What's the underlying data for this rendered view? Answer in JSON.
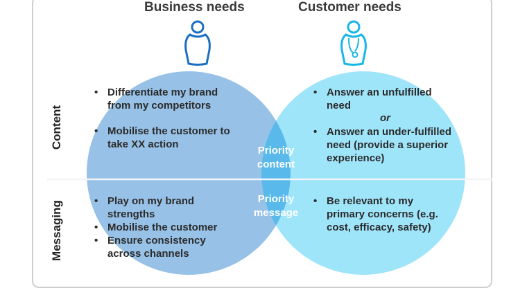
{
  "headings": {
    "business": "Business needs",
    "customer": "Customer needs"
  },
  "row_labels": {
    "content": "Content",
    "messaging": "Messaging"
  },
  "business_content": [
    "Differentiate my brand from my competitors",
    "Mobilise the customer to take XX action"
  ],
  "business_messaging": [
    "Play on my brand strengths",
    "Mobilise the customer",
    "Ensure consistency across channels"
  ],
  "customer_content": {
    "first": "Answer an unfulfilled need",
    "or_word": "or",
    "second": "Answer an under-fulfilled need (provide a superior experience)"
  },
  "customer_messaging": [
    "Be relevant to my primary concerns (e.g. cost, efficacy, safety)"
  ],
  "overlap": {
    "content": "Priority content",
    "message": "Priority message"
  },
  "icons": {
    "business": "person-icon",
    "customer": "doctor-icon"
  },
  "colors": {
    "business_circle": "#97c1e7",
    "customer_circle": "#9fe5fa",
    "overlap": "#58b9ea",
    "divider": "#f2f4f8",
    "business_icon": "#1b6fc2",
    "customer_icon": "#16b7e6",
    "frame": "#cfcfcf"
  }
}
